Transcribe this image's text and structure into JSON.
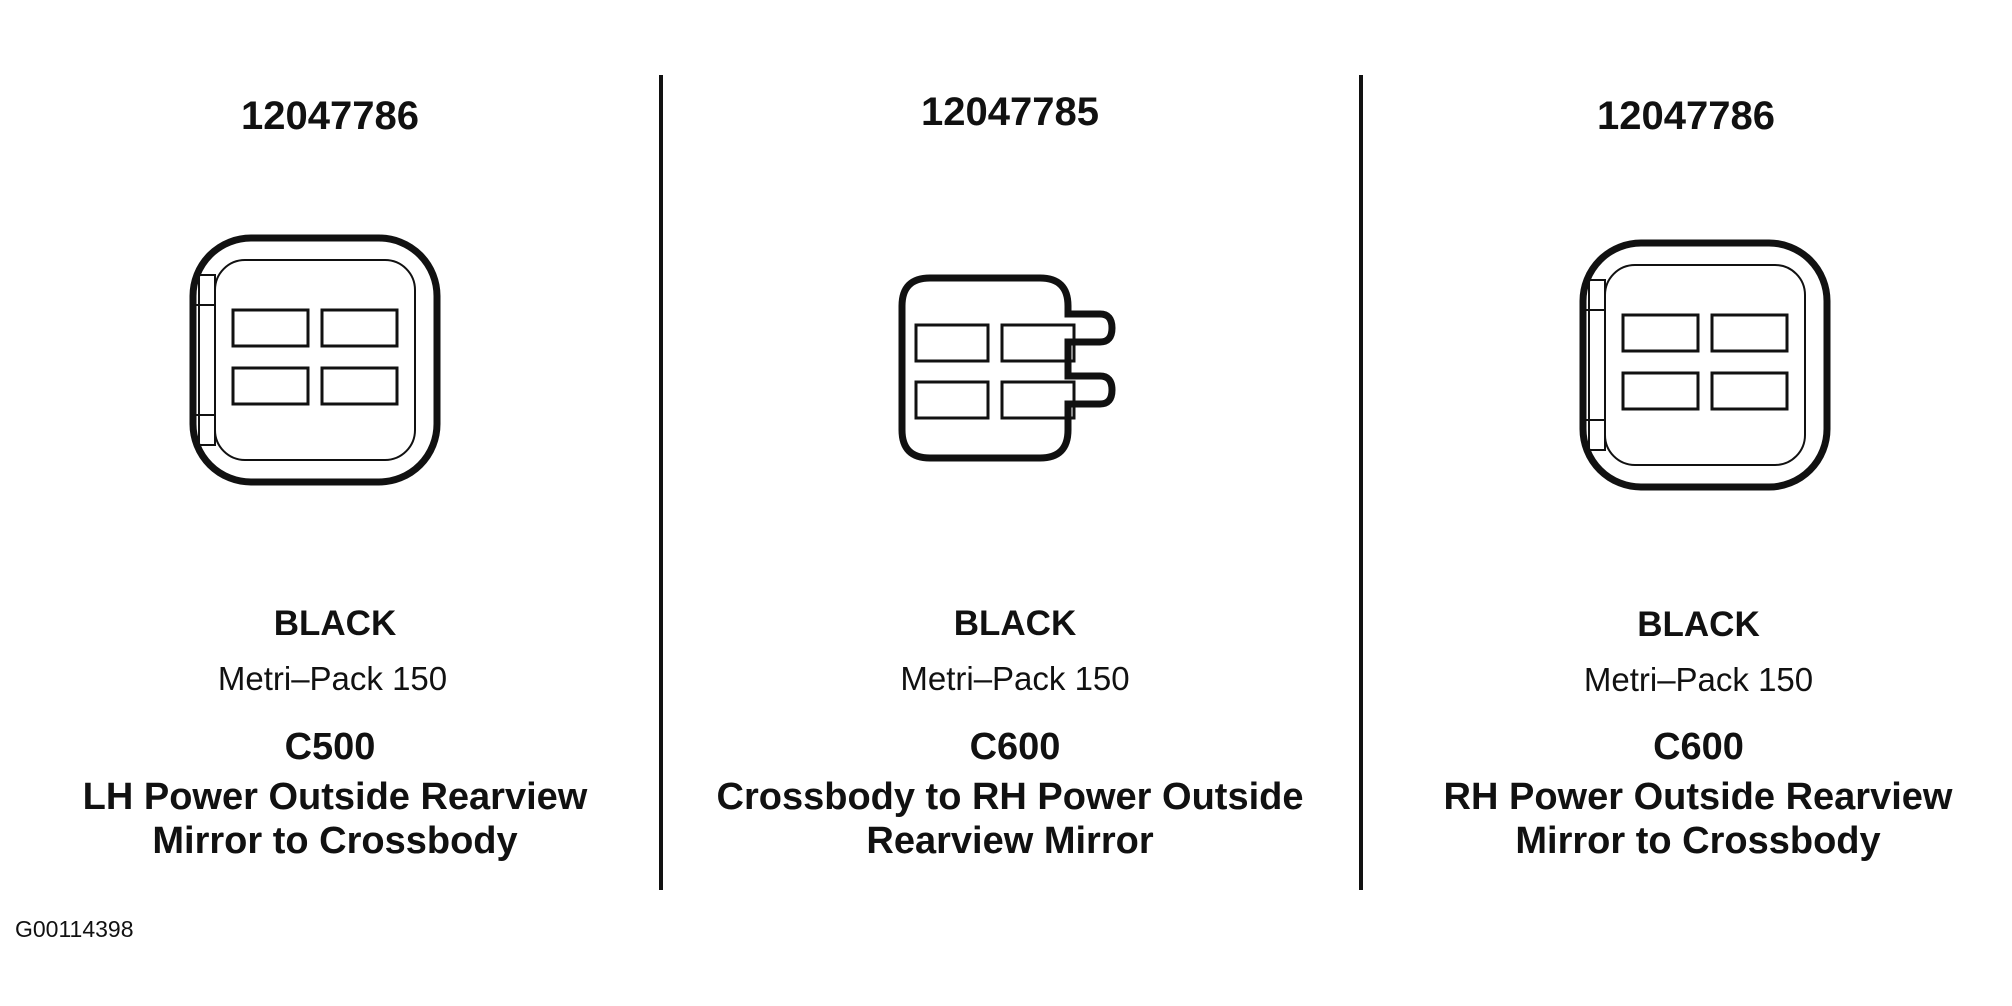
{
  "panels": [
    {
      "part_number": "12047786",
      "color": "BLACK",
      "series": "Metri–Pack 150",
      "connector_id": "C500",
      "description": "LH Power Outside Rearview\nMirror to Crossbody",
      "shape": "square"
    },
    {
      "part_number": "12047785",
      "color": "BLACK",
      "series": "Metri–Pack 150",
      "connector_id": "C600",
      "description": "Crossbody to RH Power Outside\nRearview Mirror",
      "shape": "tabbed"
    },
    {
      "part_number": "12047786",
      "color": "BLACK",
      "series": "Metri–Pack 150",
      "connector_id": "C600",
      "description": "RH Power Outside Rearview\nMirror to Crossbody",
      "shape": "square"
    }
  ],
  "figure_id": "G00114398",
  "colors": {
    "ink": "#111111",
    "background": "#ffffff"
  }
}
